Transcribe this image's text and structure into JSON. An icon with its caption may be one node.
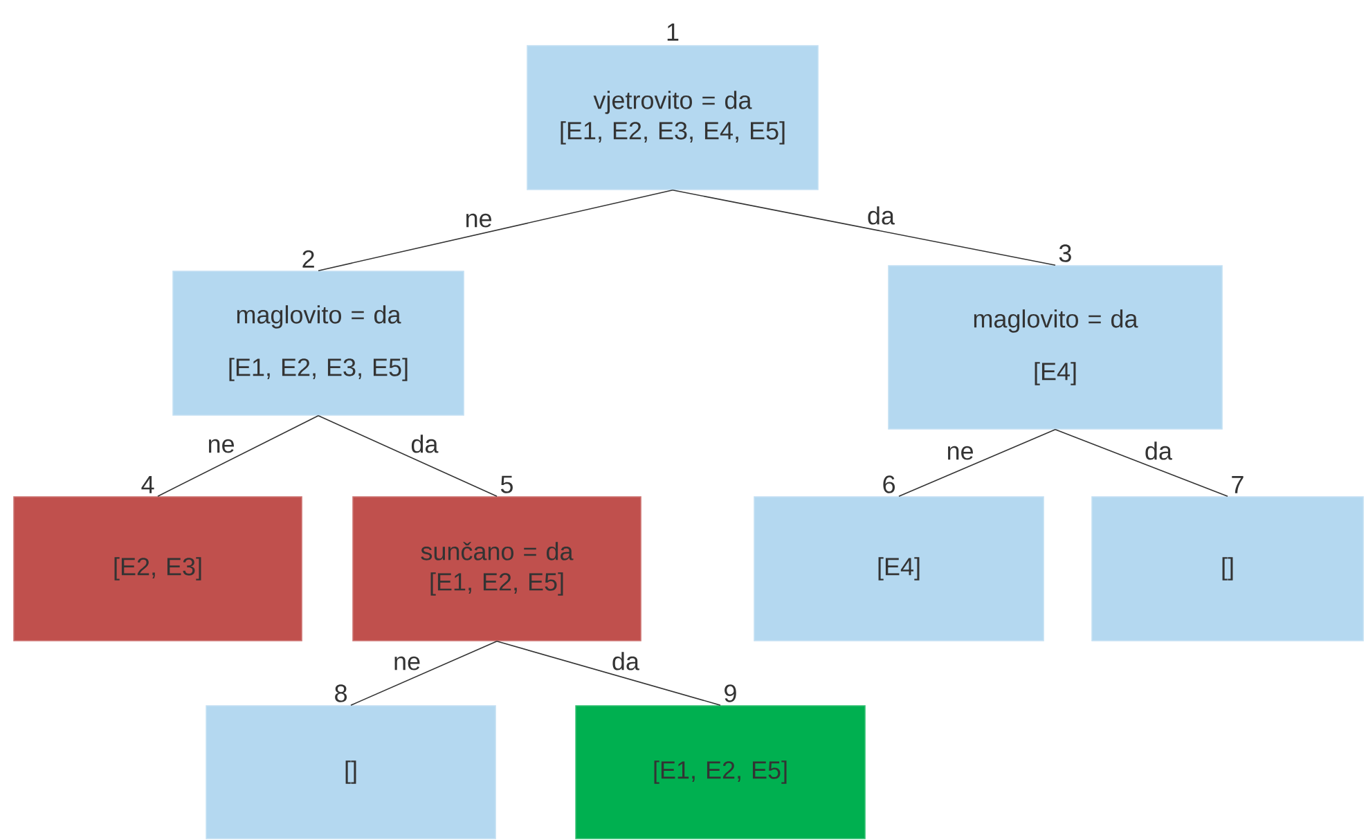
{
  "diagram": {
    "nodes": [
      {
        "text": [
          "vjetrovito = da",
          "[E1, E2, E3, E4, E5]"
        ],
        "beside": [
          "1"
        ]
      },
      {
        "text": [
          "maglovito = da",
          "[E1, E2, E3, E5]"
        ],
        "beside": [
          "2"
        ]
      },
      {
        "text": [
          "maglovito = da",
          "[E4]"
        ],
        "beside": [
          "3"
        ]
      },
      {
        "text": [
          "[E2, E3]"
        ],
        "beside": [
          "4"
        ]
      },
      {
        "text": [
          "sunčano = da",
          "[E1, E2, E5]"
        ],
        "beside": [
          "5"
        ]
      },
      {
        "text": [
          "[E4]"
        ],
        "beside": [
          "6"
        ]
      },
      {
        "text": [
          "[]"
        ],
        "beside": [
          "7"
        ]
      },
      {
        "text": [
          "[]"
        ],
        "beside": [
          "8"
        ]
      },
      {
        "text": [
          "[E1, E2, E5]"
        ],
        "beside": [
          "9"
        ]
      }
    ],
    "edges": [
      {
        "from": 0,
        "to": 1,
        "arrow": "none",
        "label": "ne"
      },
      {
        "from": 0,
        "to": 2,
        "arrow": "none",
        "label": "da"
      },
      {
        "from": 1,
        "to": 3,
        "arrow": "none",
        "label": "ne"
      },
      {
        "from": 1,
        "to": 4,
        "arrow": "none",
        "label": "da"
      },
      {
        "from": 2,
        "to": 5,
        "arrow": "none",
        "label": "ne"
      },
      {
        "from": 2,
        "to": 6,
        "arrow": "none",
        "label": "da"
      },
      {
        "from": 4,
        "to": 7,
        "arrow": "none",
        "label": "ne"
      },
      {
        "from": 4,
        "to": 8,
        "arrow": "none",
        "label": "da"
      }
    ]
  }
}
